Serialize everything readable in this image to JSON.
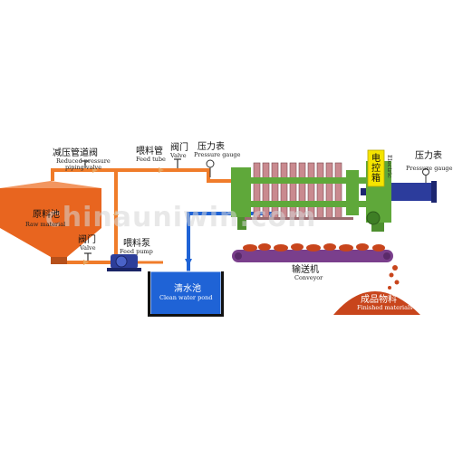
{
  "labels": {
    "reducing_valve_cn": "减压管道阀",
    "reducing_valve_en1": "Reduced pressure",
    "reducing_valve_en2": "piping valve",
    "feed_tube_cn": "喂料管",
    "feed_tube_en": "Feed tube",
    "valve_top_cn": "阀门",
    "valve_top_en": "Valve",
    "pressure_left_cn": "压力表",
    "pressure_left_en": "Pressure gauge",
    "pressure_right_cn": "压力表",
    "pressure_right_en": "Pressure gauge",
    "electric_cn": "电控箱",
    "electric_en": "Electric",
    "raw_cn": "原料池",
    "raw_en": "Raw material",
    "valve_bottom_cn": "阀门",
    "valve_bottom_en": "Valve",
    "feed_pump_cn": "喂料泵",
    "feed_pump_en": "Feed pump",
    "clean_cn": "清水池",
    "clean_en": "Clean water pond",
    "conveyor_cn": "输送机",
    "conveyor_en": "Conveyor",
    "finished_cn": "成品物料",
    "finished_en": "Finished materials"
  },
  "watermark": "chinauniwin.com",
  "colors": {
    "pipe_orange": "#f07c2a",
    "tank_orange": "#e8651f",
    "frame_green": "#5fa83a",
    "plate_pink": "#c98a8f",
    "pond_blue": "#1f63d6",
    "cylinder_blue": "#2c3c9c",
    "conveyor_purple": "#7a3f8c",
    "electric_yellow": "#f5e400",
    "sludge": "#c8451c"
  }
}
